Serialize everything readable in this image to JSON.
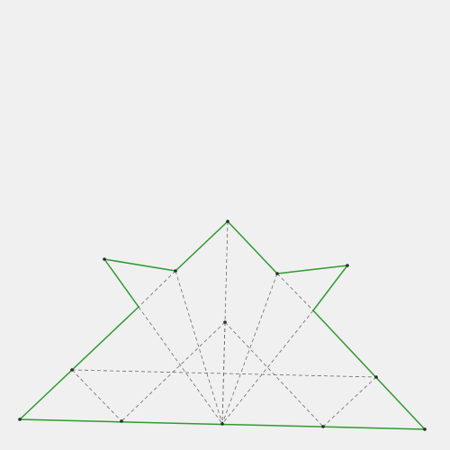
{
  "figure": {
    "kind": "geometric-construction",
    "colors": {
      "background": "#f0f0f0",
      "outline": "#2f9a2f",
      "dashed": "#6b6b6b",
      "vertex": "#2b2b2b"
    },
    "outline_style": "solid green polyline",
    "construction_style": "dashed gray segments",
    "vertex_count": 14,
    "outline_segment_count": 9,
    "construction_segment_count": 13
  }
}
